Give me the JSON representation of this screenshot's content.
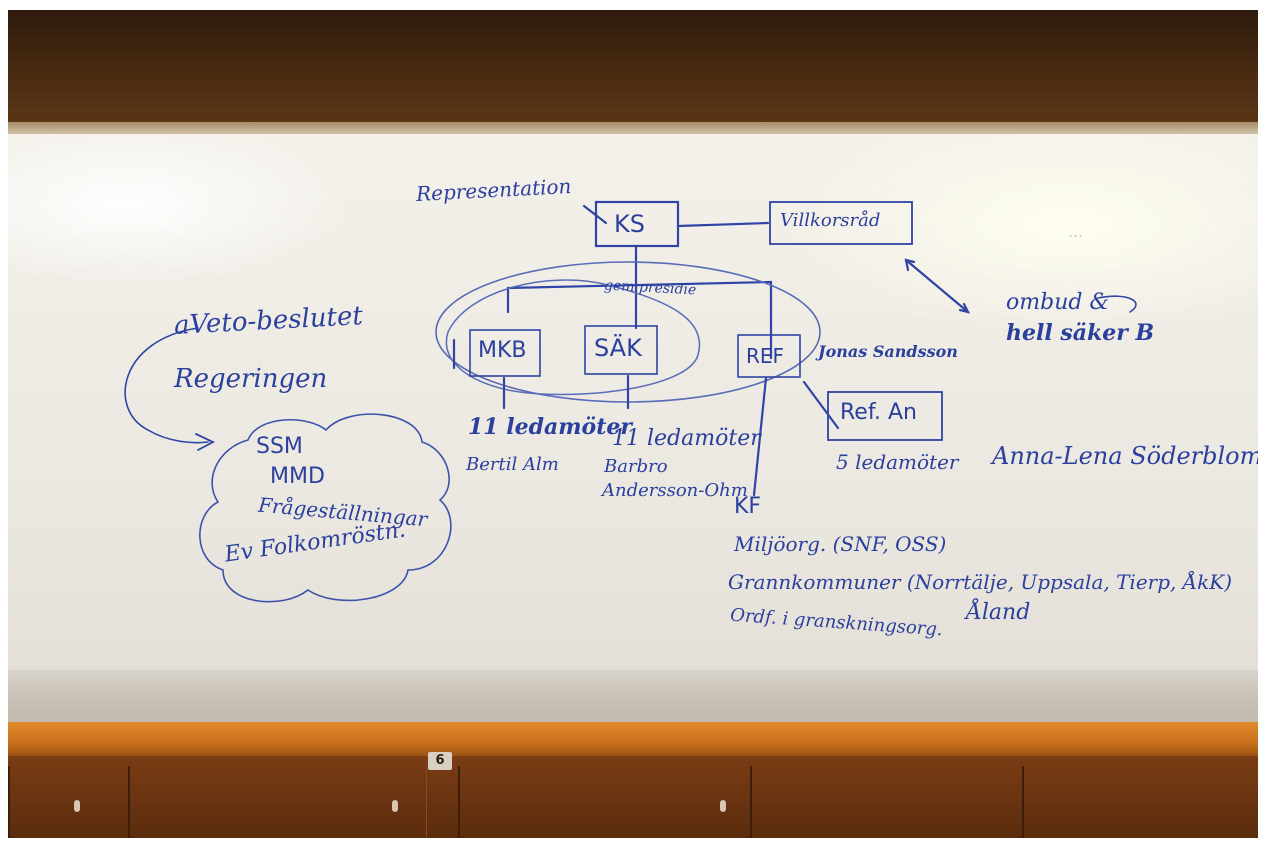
{
  "whiteboard": {
    "representation": "Representation",
    "ks": "KS",
    "villkorsrad": "Villkorsråd",
    "faint_right": "...",
    "gem_presidie": "gem presidie",
    "mkb": "MKB",
    "sak": "SÄK",
    "ref": "REF",
    "jonas": "Jonas Sandsson",
    "ombud": "ombud &",
    "hell_saker": "hell säker B",
    "veto": "aVeto-beslutet",
    "regeringen": "Regeringen",
    "cloud_lines": [
      "SSM",
      "MMD",
      "Frågeställningar",
      "Ev Folkomröstn."
    ],
    "mkb_members": "11 ledamöter",
    "mkb_chair": "Bertil Alm",
    "sak_members": "11 ledamöter",
    "sak_chair_1": "Barbro",
    "sak_chair_2": "Andersson-Ohm",
    "ref_an": "Ref. An",
    "ref_an_members": "5 ledamöter",
    "anna_lena": "Anna-Lena Söderblom",
    "kf": "KF",
    "miljorg": "Miljöorg. (SNF, OSS)",
    "grannkommuner": "Grannkommuner (Norrtälje, Uppsala, Tierp, ÅkK)",
    "aland": "Åland",
    "ordf": "Ordf. i granskningsorg."
  },
  "room": {
    "cabinet_number": "6"
  },
  "colors": {
    "ink": "#2a3f9e",
    "board": "#f0ede6",
    "ledge": "#d67a24"
  }
}
